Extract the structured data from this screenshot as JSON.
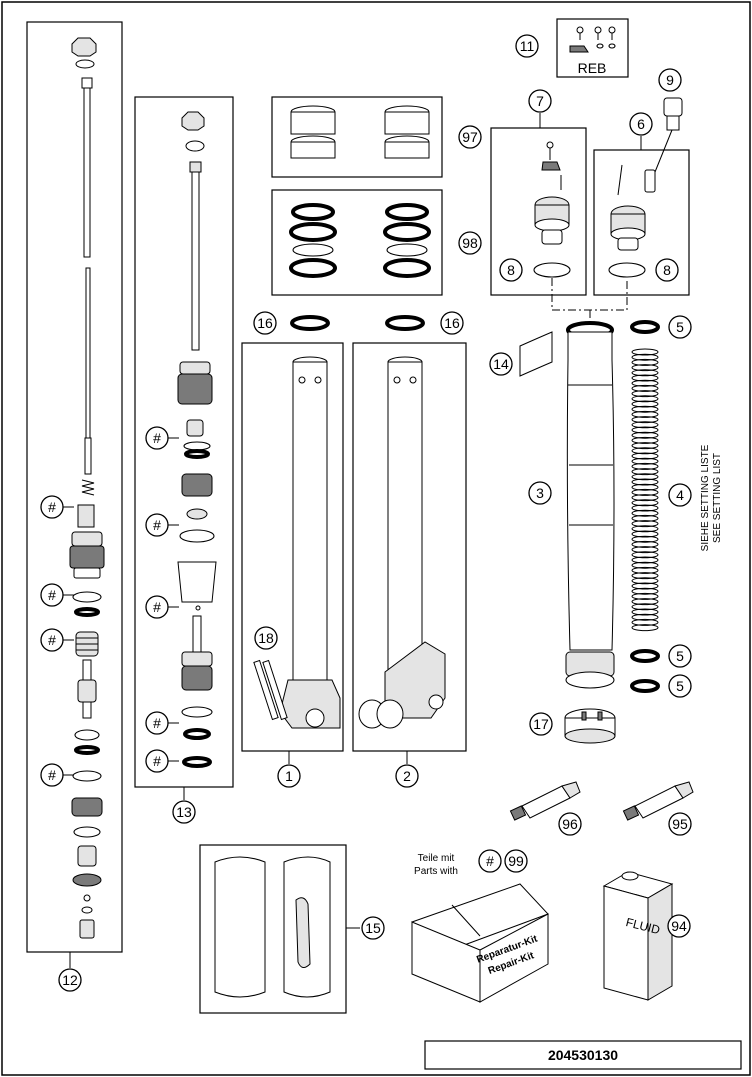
{
  "diagram_number": "204530130",
  "callouts": {
    "c1": "1",
    "c2": "2",
    "c3": "3",
    "c4": "4",
    "c5a": "5",
    "c5b": "5",
    "c5c": "5",
    "c6": "6",
    "c7": "7",
    "c8a": "8",
    "c8b": "8",
    "c9": "9",
    "c11": "11",
    "c12": "12",
    "c13": "13",
    "c14": "14",
    "c15": "15",
    "c16a": "16",
    "c16b": "16",
    "c17": "17",
    "c18": "18",
    "c94": "94",
    "c95": "95",
    "c96": "96",
    "c97": "97",
    "c98": "98",
    "c99": "99"
  },
  "hash_marker": "#",
  "texts": {
    "reb": "REB",
    "setting_de": "SIEHE SETTING LISTE",
    "setting_en": "SEE SETTING LIST",
    "parts_with_de": "Teile mit",
    "parts_with_en": "Parts with",
    "kit_line1": "Reparatur-Kit",
    "kit_line2": "Repair-Kit",
    "fluid": "FLUID"
  }
}
